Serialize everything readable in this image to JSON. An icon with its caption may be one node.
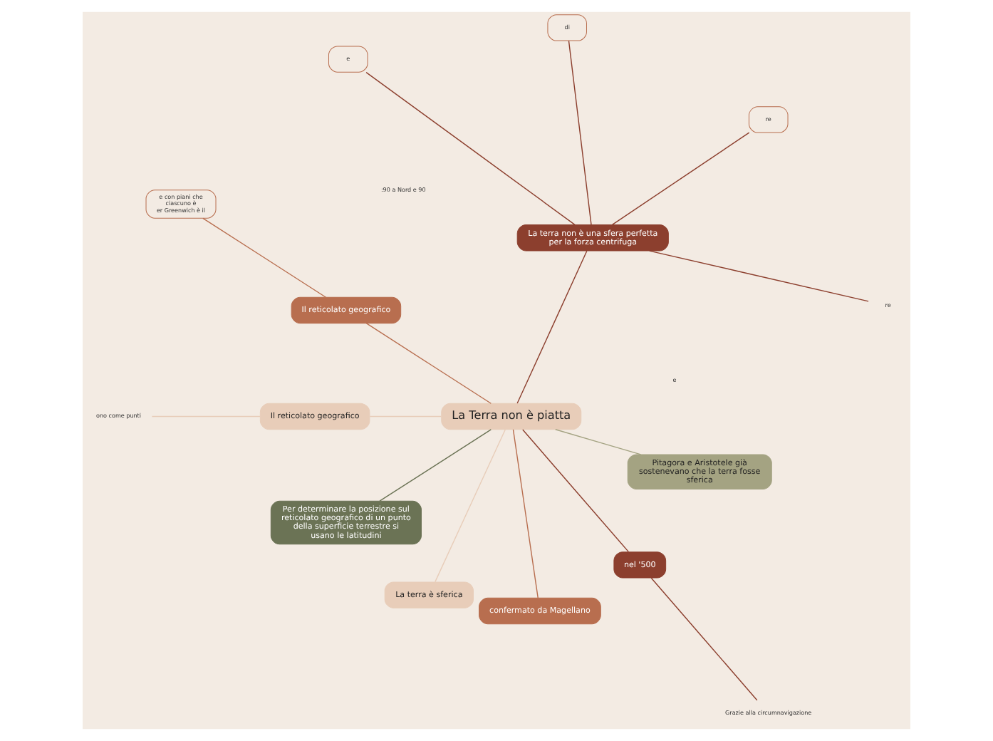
{
  "diagram": {
    "nodes": [
      {
        "text": [
          "La Terra non è piatta"
        ]
      },
      {
        "text": [
          "La terra non è una sfera perfetta per la forza centrifuga"
        ]
      },
      {
        "text": [
          "re"
        ]
      },
      {
        "text": [
          "re"
        ]
      },
      {
        "text": [
          "di"
        ]
      },
      {
        "text": [
          "e"
        ]
      },
      {
        "text": [
          "Il reticolato geografico"
        ]
      },
      {
        "text": [
          "e con piani che",
          "ciascuno è",
          "er Greenwich è il"
        ]
      },
      {
        "text": [
          "Il reticolato geografico"
        ]
      },
      {
        "text": [
          "ono come punti"
        ]
      },
      {
        "text": [
          "Per determinare la posizione sul reticolato geografico di un punto della superficie terrestre si usano le latitudini"
        ]
      },
      {
        "text": [
          "La terra è sferica"
        ]
      },
      {
        "text": [
          "confermato da Magellano"
        ]
      },
      {
        "text": [
          "nel '500"
        ]
      },
      {
        "text": [
          "Grazie alla circumnavigazione"
        ]
      },
      {
        "text": [
          "Pitagora e Aristotele già sostenevano che la terra fosse sferica"
        ]
      }
    ],
    "edges": [
      {
        "from": 0,
        "to": 1,
        "arrow": "none",
        "color": "#8c3f2e"
      },
      {
        "from": 1,
        "to": 2,
        "arrow": "none",
        "color": "#8c3f2e"
      },
      {
        "from": 1,
        "to": 3,
        "arrow": "none",
        "color": "#8c3f2e"
      },
      {
        "from": 1,
        "to": 4,
        "arrow": "none",
        "color": "#8c3f2e"
      },
      {
        "from": 1,
        "to": 5,
        "arrow": "none",
        "color": "#8c3f2e"
      },
      {
        "from": 0,
        "to": 6,
        "arrow": "none",
        "color": "#b86e4f"
      },
      {
        "from": 6,
        "to": 7,
        "arrow": "none",
        "color": "#b86e4f"
      },
      {
        "from": 0,
        "to": 8,
        "arrow": "none",
        "color": "#e8cdb9"
      },
      {
        "from": 8,
        "to": 9,
        "arrow": "none",
        "color": "#e8cdb9"
      },
      {
        "from": 0,
        "to": 10,
        "arrow": "none",
        "color": "#6b7355"
      },
      {
        "from": 0,
        "to": 11,
        "arrow": "none",
        "color": "#e8cdb9"
      },
      {
        "from": 0,
        "to": 12,
        "arrow": "none",
        "color": "#b86e4f"
      },
      {
        "from": 0,
        "to": 13,
        "arrow": "none",
        "color": "#8c3f2e"
      },
      {
        "from": 13,
        "to": 14,
        "arrow": "none",
        "color": "#8c3f2e"
      },
      {
        "from": 0,
        "to": 15,
        "arrow": "none",
        "color": "#a4a382"
      }
    ],
    "labels": [
      "e",
      ":90 a Nord e 90"
    ]
  }
}
